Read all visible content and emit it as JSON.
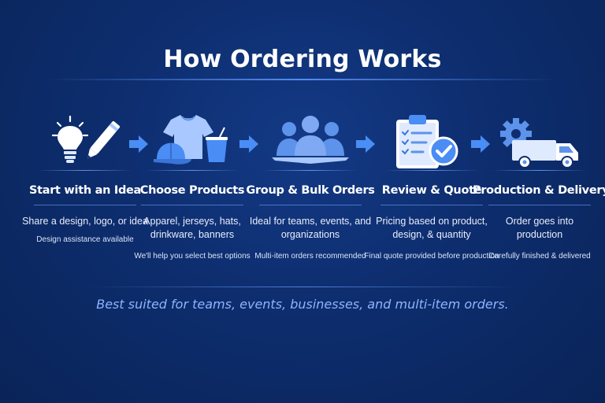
{
  "title": "How Ordering Works",
  "steps": [
    {
      "name": "Start with an Idea",
      "desc": "Share a design, logo, or idea",
      "note": "Design assistance available",
      "icon": "lightbulb-pencil-icon"
    },
    {
      "name": "Choose Products",
      "desc": "Apparel, jerseys, hats, drinkware, banners",
      "note": "We'll help you select best options",
      "icon": "apparel-icon"
    },
    {
      "name": "Group & Bulk Orders",
      "desc": "Ideal for teams, events, and organizations",
      "note": "Multi-item orders recommended",
      "icon": "group-icon"
    },
    {
      "name": "Review & Quote",
      "desc": "Pricing based on product, design, & quantity",
      "note": "Final quote provided before production",
      "icon": "clipboard-check-icon"
    },
    {
      "name": "Production & Delivery",
      "desc": "Order goes into production",
      "note": "Carefully finished & delivered",
      "icon": "gear-truck-icon"
    }
  ],
  "tagline": "Best suited for teams, events, businesses, and multi-item orders.",
  "colors": {
    "accent": "#4a8df5",
    "icon_light": "#a9c8ff",
    "icon_mid": "#5d93ea",
    "tagline": "#8db4ff"
  }
}
